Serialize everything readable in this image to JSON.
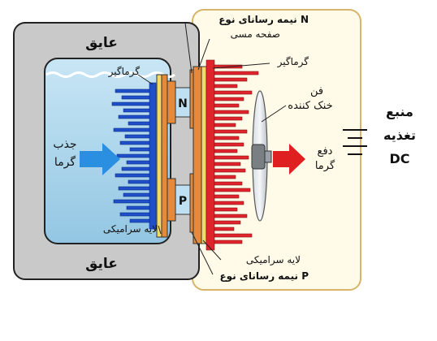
{
  "labels": {
    "insulation_top": "عایق",
    "insulation_bottom": "عایق",
    "heat_sink_cold": "گرماگیر",
    "heat_absorb_line1": "جذب",
    "heat_absorb_line2": "گرما",
    "ceramic_layer_left": "لایه سرامیکی",
    "n_type_semiconductor": "نیمه رسانای نوع N",
    "copper_plate": "صفحه مسی",
    "heat_sink_hot": "گرماگیر",
    "fan_line1": "فن",
    "fan_line2": "خنک کننده",
    "heat_reject_line1": "دفع",
    "heat_reject_line2": "گرما",
    "ceramic_layer_right": "لایه سرامیکی",
    "p_type_semiconductor": "نیمه رسانای نوع P",
    "n_mark": "N",
    "p_mark": "P",
    "power_line1": "منبع",
    "power_line2": "تغذیه",
    "power_line3": "DC"
  },
  "colors": {
    "insulation": "#c9c9c9",
    "water": "#a9d3ea",
    "cold_fins": "#1f4fc9",
    "hot_fins": "#e0242c",
    "ceramic": "#f2d96a",
    "copper": "#e58a3a",
    "semiconductor": "#bfe0f2",
    "hot_box": "#fffbe8",
    "hot_box_border": "#d8b46a",
    "arrow_in": "#2a8fe0",
    "arrow_out": "#e02020"
  }
}
